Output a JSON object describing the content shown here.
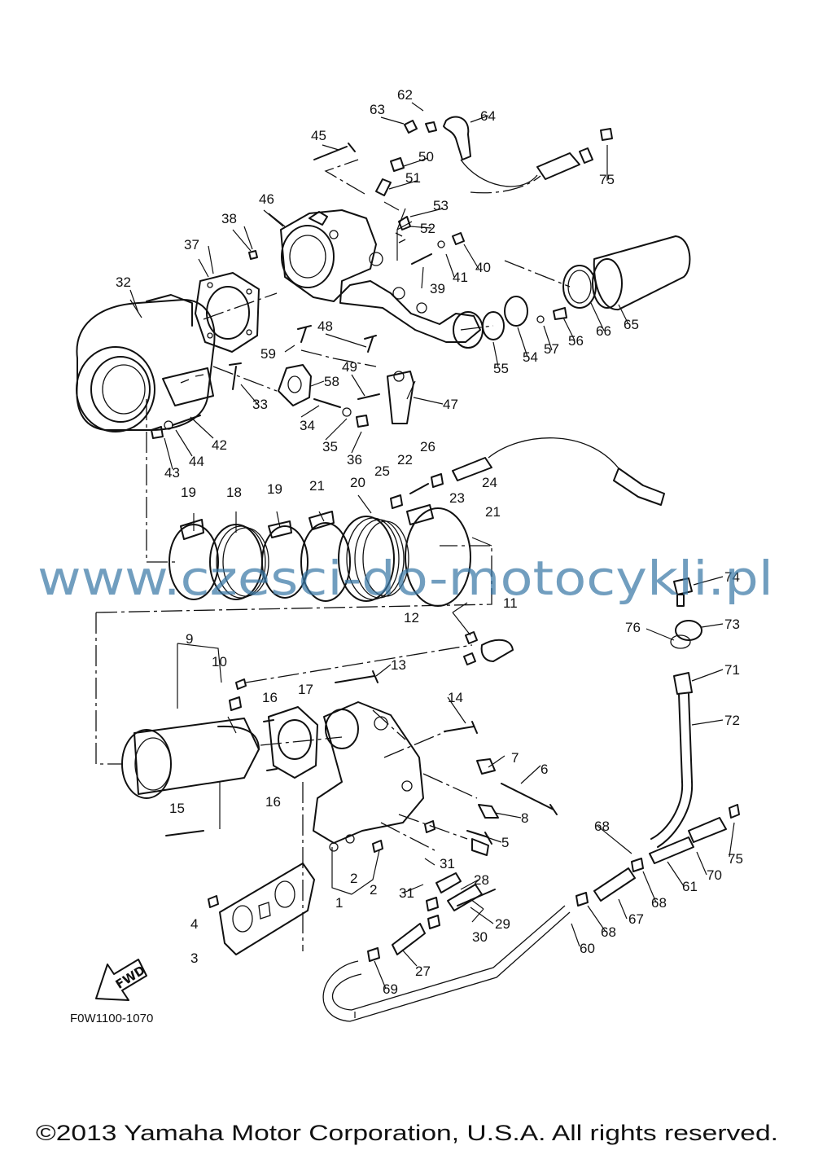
{
  "diagram": {
    "figure_code": "F0W1100-1070",
    "fwd_label": "FWD",
    "watermark": "www.czesci-do-motocykli.pl",
    "copyright": "©2013 Yamaha Motor Corporation, U.S.A. All rights reserved.",
    "callouts": [
      "1",
      "2",
      "2",
      "3",
      "4",
      "5",
      "6",
      "7",
      "8",
      "9",
      "10",
      "11",
      "12",
      "13",
      "14",
      "15",
      "16",
      "16",
      "17",
      "18",
      "19",
      "19",
      "20",
      "21",
      "21",
      "22",
      "23",
      "24",
      "25",
      "26",
      "27",
      "28",
      "29",
      "30",
      "31",
      "31",
      "32",
      "33",
      "34",
      "35",
      "36",
      "37",
      "38",
      "39",
      "40",
      "41",
      "42",
      "43",
      "44",
      "45",
      "46",
      "47",
      "48",
      "49",
      "50",
      "51",
      "52",
      "53",
      "54",
      "55",
      "56",
      "57",
      "58",
      "59",
      "60",
      "61",
      "62",
      "63",
      "64",
      "65",
      "66",
      "67",
      "68",
      "68",
      "68",
      "69",
      "70",
      "71",
      "72",
      "73",
      "74",
      "75",
      "75",
      "76"
    ]
  }
}
